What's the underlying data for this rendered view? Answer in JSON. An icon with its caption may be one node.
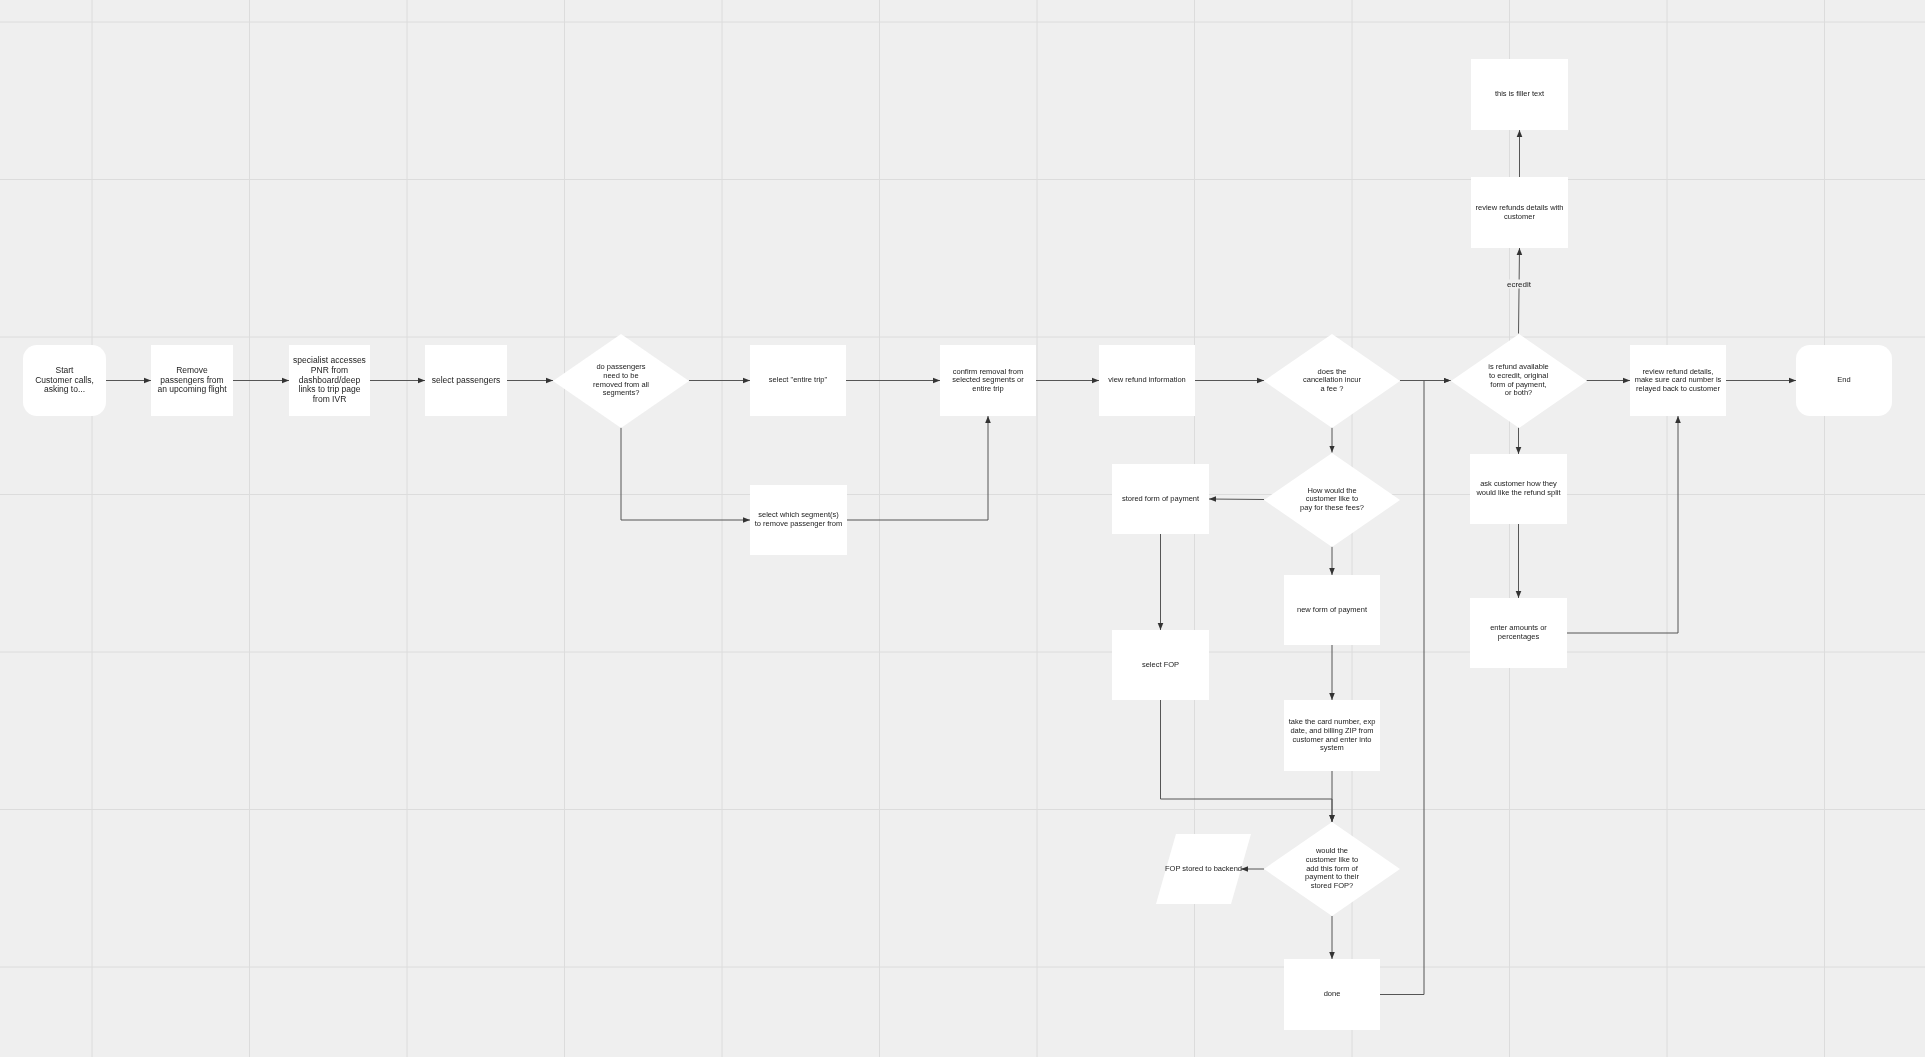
{
  "diagram": {
    "nodes": [
      {
        "text": [
          "Start",
          "Customer calls, asking to..."
        ]
      },
      {
        "text": [
          "Remove passengers from an upcoming flight"
        ]
      },
      {
        "text": [
          "specialist accesses PNR from dashboard/deep links to trip page from IVR"
        ]
      },
      {
        "text": [
          "select passengers"
        ]
      },
      {
        "text": [
          "do passengers need to be removed from all segments?"
        ]
      },
      {
        "text": [
          "select \"entire trip\""
        ]
      },
      {
        "text": [
          "select which segment(s) to remove passenger from"
        ]
      },
      {
        "text": [
          "confirm removal from selected segments or entire trip"
        ]
      },
      {
        "text": [
          "view refund information"
        ]
      },
      {
        "text": [
          "does the cancellation incur a fee ?"
        ]
      },
      {
        "text": [
          "How would the customer like to pay for these fees?"
        ]
      },
      {
        "text": [
          "stored form of payment"
        ]
      },
      {
        "text": [
          "new form of payment"
        ]
      },
      {
        "text": [
          "select FOP"
        ]
      },
      {
        "text": [
          "take the card number, exp date, and billing ZIP from customer and enter into system"
        ]
      },
      {
        "text": [
          "would the customer like to add this form of payment to their stored FOP?"
        ]
      },
      {
        "text": [
          "FOP stored to backend"
        ]
      },
      {
        "text": [
          "done"
        ]
      },
      {
        "text": [
          "is refund available to ecredit, original form of payment, or both?"
        ]
      },
      {
        "text": [
          "review refunds details with customer"
        ]
      },
      {
        "text": [
          "this is filler text"
        ]
      },
      {
        "text": [
          "ask customer how they would like the refund split"
        ]
      },
      {
        "text": [
          "enter amounts or percentages"
        ]
      },
      {
        "text": [
          "review refund details, make sure card number is relayed back to customer"
        ]
      },
      {
        "text": [
          "End"
        ]
      }
    ],
    "edges": [
      {
        "from": 0,
        "to": 1,
        "arrow": "to"
      },
      {
        "from": 1,
        "to": 2,
        "arrow": "to"
      },
      {
        "from": 2,
        "to": 3,
        "arrow": "to"
      },
      {
        "from": 3,
        "to": 4,
        "arrow": "to"
      },
      {
        "from": 4,
        "to": 5,
        "arrow": "to"
      },
      {
        "from": 4,
        "to": 6,
        "arrow": "to"
      },
      {
        "from": 5,
        "to": 7,
        "arrow": "to"
      },
      {
        "from": 6,
        "to": 7,
        "arrow": "to"
      },
      {
        "from": 7,
        "to": 8,
        "arrow": "to"
      },
      {
        "from": 8,
        "to": 9,
        "arrow": "to"
      },
      {
        "from": 9,
        "to": 18,
        "arrow": "to"
      },
      {
        "from": 9,
        "to": 10,
        "arrow": "to"
      },
      {
        "from": 10,
        "to": 11,
        "arrow": "to"
      },
      {
        "from": 10,
        "to": 12,
        "arrow": "to"
      },
      {
        "from": 11,
        "to": 13,
        "arrow": "to"
      },
      {
        "from": 12,
        "to": 14,
        "arrow": "to"
      },
      {
        "from": 13,
        "to": 15,
        "arrow": "to"
      },
      {
        "from": 14,
        "to": 15,
        "arrow": "to"
      },
      {
        "from": 15,
        "to": 16,
        "arrow": "to"
      },
      {
        "from": 15,
        "to": 17,
        "arrow": "to"
      },
      {
        "from": 17,
        "to": 18,
        "arrow": "to"
      },
      {
        "from": 18,
        "to": 19,
        "arrow": "to",
        "label": "ecredit"
      },
      {
        "from": 19,
        "to": 20,
        "arrow": "to"
      },
      {
        "from": 18,
        "to": 21,
        "arrow": "to"
      },
      {
        "from": 21,
        "to": 22,
        "arrow": "to"
      },
      {
        "from": 22,
        "to": 23,
        "arrow": "to"
      },
      {
        "from": 18,
        "to": 23,
        "arrow": "to"
      },
      {
        "from": 23,
        "to": 24,
        "arrow": "to"
      }
    ]
  }
}
